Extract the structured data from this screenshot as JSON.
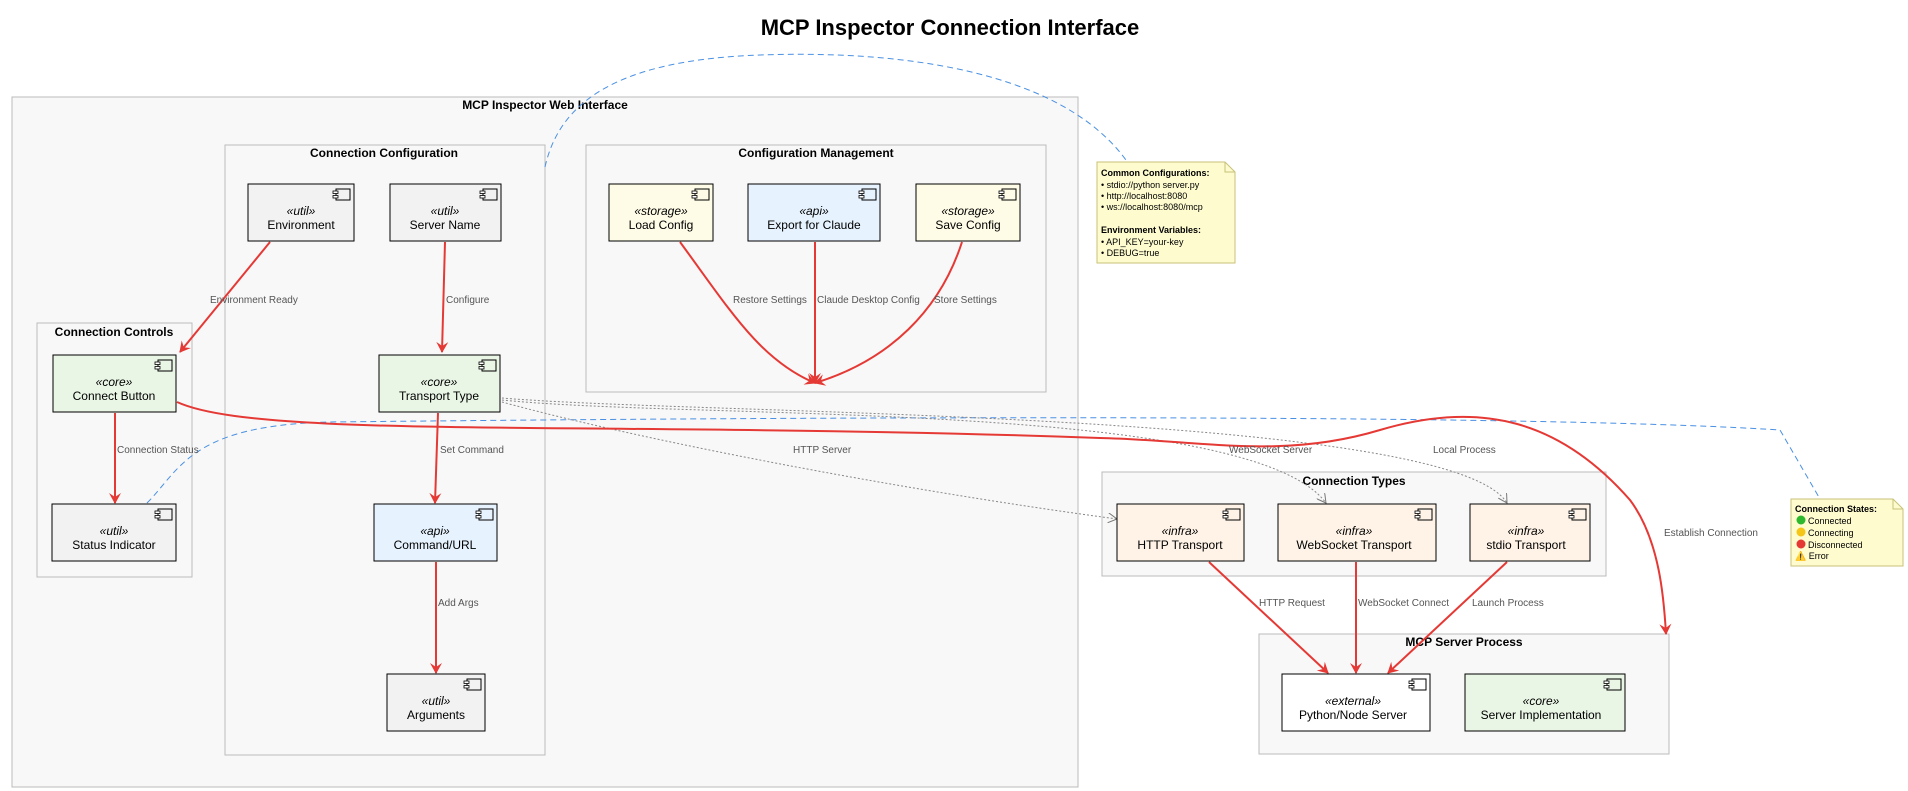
{
  "title": "MCP Inspector Connection Interface",
  "packages": {
    "web_interface": "MCP Inspector Web Interface",
    "connection_configuration": "Connection Configuration",
    "configuration_management": "Configuration Management",
    "connection_controls": "Connection Controls",
    "connection_types": "Connection Types",
    "mcp_server_process": "MCP Server Process"
  },
  "components": {
    "environment": {
      "stereotype": "«util»",
      "name": "Environment",
      "fill": "#f2f2f2"
    },
    "server_name": {
      "stereotype": "«util»",
      "name": "Server Name",
      "fill": "#f2f2f2"
    },
    "transport_type": {
      "stereotype": "«core»",
      "name": "Transport Type",
      "fill": "#e9f5e5"
    },
    "command_url": {
      "stereotype": "«api»",
      "name": "Command/URL",
      "fill": "#e6f2fd"
    },
    "arguments": {
      "stereotype": "«util»",
      "name": "Arguments",
      "fill": "#f2f2f2"
    },
    "load_config": {
      "stereotype": "«storage»",
      "name": "Load Config",
      "fill": "#fefbe6"
    },
    "export_claude": {
      "stereotype": "«api»",
      "name": "Export for Claude",
      "fill": "#e6f2fd"
    },
    "save_config": {
      "stereotype": "«storage»",
      "name": "Save Config",
      "fill": "#fefbe6"
    },
    "connect_button": {
      "stereotype": "«core»",
      "name": "Connect Button",
      "fill": "#e9f5e5"
    },
    "status_indicator": {
      "stereotype": "«util»",
      "name": "Status Indicator",
      "fill": "#f2f2f2"
    },
    "http_transport": {
      "stereotype": "«infra»",
      "name": "HTTP Transport",
      "fill": "#fef3e6"
    },
    "websocket_transport": {
      "stereotype": "«infra»",
      "name": "WebSocket Transport",
      "fill": "#fef3e6"
    },
    "stdio_transport": {
      "stereotype": "«infra»",
      "name": "stdio Transport",
      "fill": "#fef3e6"
    },
    "python_node_server": {
      "stereotype": "«external»",
      "name": "Python/Node Server",
      "fill": "#ffffff"
    },
    "server_implementation": {
      "stereotype": "«core»",
      "name": "Server Implementation",
      "fill": "#e9f5e5"
    }
  },
  "edges": {
    "environment_ready": "Environment Ready",
    "configure": "Configure",
    "set_command": "Set Command",
    "add_args": "Add Args",
    "restore_settings": "Restore Settings",
    "claude_desktop_config": "Claude Desktop Config",
    "store_settings": "Store Settings",
    "connection_status": "Connection Status",
    "http_server": "HTTP Server",
    "websocket_server": "WebSocket Server",
    "local_process": "Local Process",
    "establish_connection": "Establish Connection",
    "http_request": "HTTP Request",
    "websocket_connect": "WebSocket Connect",
    "launch_process": "Launch Process"
  },
  "notes": {
    "common_configs": {
      "heading": "Common Configurations:",
      "lines": [
        "• stdio://python server.py",
        "• http://localhost:8080",
        "• ws://localhost:8080/mcp"
      ],
      "heading2": "Environment Variables:",
      "lines2": [
        "• API_KEY=your-key",
        "• DEBUG=true"
      ]
    },
    "connection_states": {
      "heading": "Connection States:",
      "items": [
        {
          "icon": "green-circle",
          "label": "Connected",
          "color": "#2eb82e"
        },
        {
          "icon": "yellow-circle",
          "label": "Connecting",
          "color": "#f5c518"
        },
        {
          "icon": "red-circle",
          "label": "Disconnected",
          "color": "#e53935"
        }
      ],
      "error_label": "⚠️ Error"
    }
  },
  "colors": {
    "arrow_red": "#e53935",
    "dotted_gray": "#888888",
    "note_link_blue": "#4a90e2",
    "package_fill": "#f8f8f8",
    "note_fill": "#fefccf"
  }
}
